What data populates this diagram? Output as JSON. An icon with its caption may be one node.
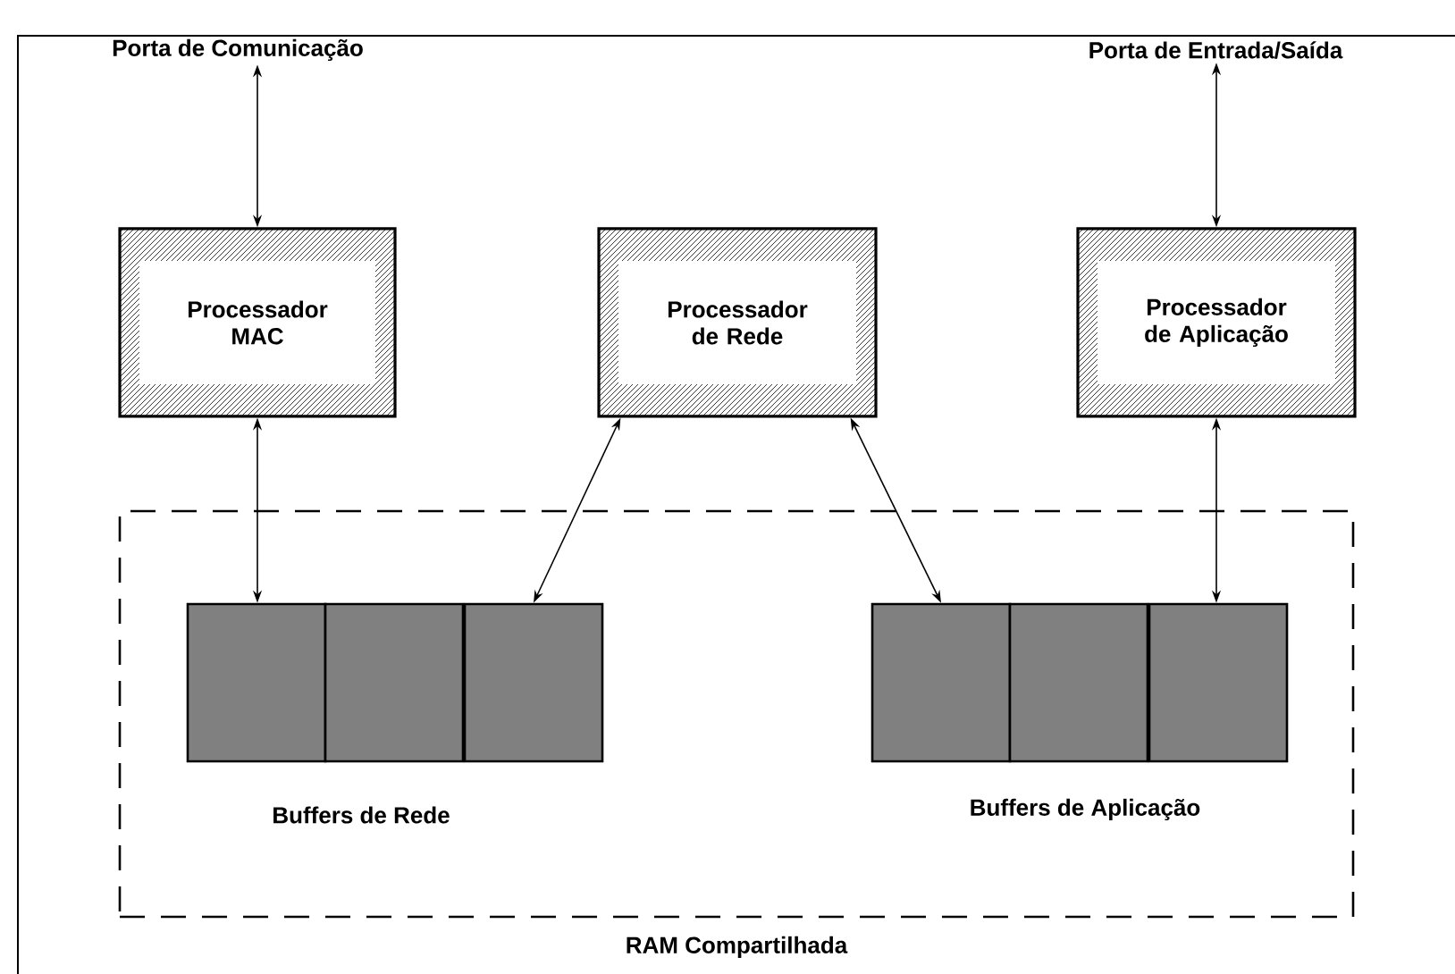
{
  "diagram": {
    "nodes": [
      {
        "text": [
          "Porta de Comunicação"
        ]
      },
      {
        "text": [
          "Porta de Entrada/Saída"
        ]
      },
      {
        "text": [
          "Processador MAC"
        ]
      },
      {
        "text": [
          "Processador de Rede"
        ]
      },
      {
        "text": [
          "Processador de Aplicação"
        ]
      },
      {
        "text": [
          "RAM Compartilhada"
        ]
      },
      {
        "text": [],
        "shape": "box",
        "in": 5
      },
      {
        "text": [],
        "shape": "box",
        "in": 5
      },
      {
        "text": [],
        "shape": "box",
        "in": 5
      },
      {
        "text": [],
        "shape": "box",
        "in": 5
      },
      {
        "text": [],
        "shape": "box",
        "in": 5
      },
      {
        "text": [],
        "shape": "box",
        "in": 5
      }
    ],
    "edges": [
      {
        "from": 0,
        "to": 2,
        "arrow": "both"
      },
      {
        "from": 1,
        "to": 4,
        "arrow": "both"
      },
      {
        "from": 2,
        "to": 6,
        "arrow": "both"
      },
      {
        "from": 3,
        "to": 8,
        "arrow": "both"
      },
      {
        "from": 3,
        "to": 9,
        "arrow": "both"
      },
      {
        "from": 4,
        "to": 11,
        "arrow": "both"
      }
    ],
    "labels": [
      "Buffers de Rede",
      "Buffers de Aplicação"
    ]
  }
}
